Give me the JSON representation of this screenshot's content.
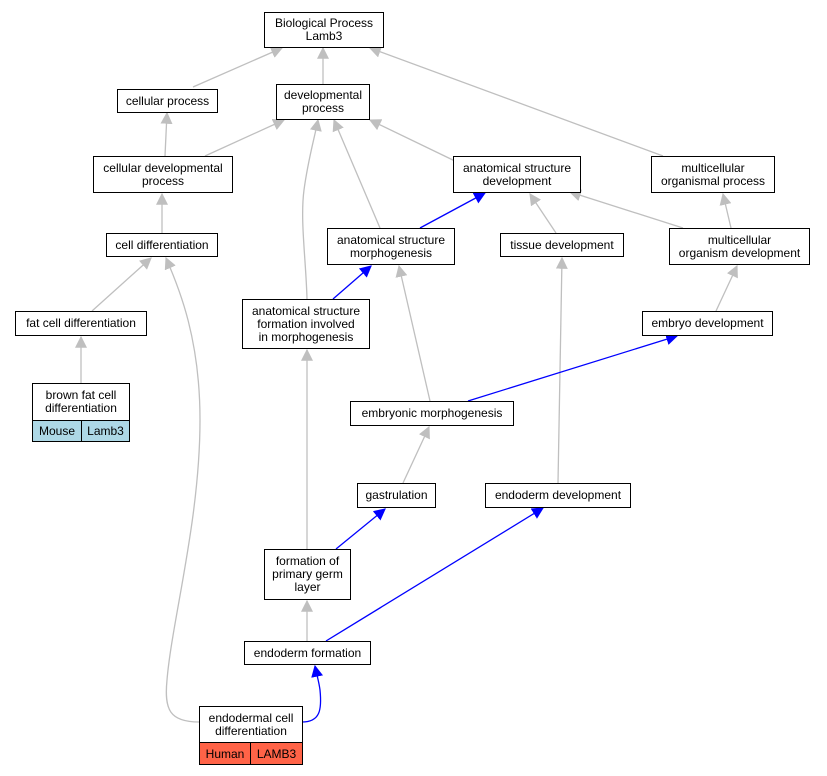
{
  "colors": {
    "gray_edge": "#bfbfbf",
    "blue_edge": "#0000ff",
    "mouse_tag": "#add8e6",
    "human_tag": "#ff6347"
  },
  "nodes": {
    "bp_root": "Biological Process\nLamb3",
    "cellular_process": "cellular process",
    "developmental_process": "developmental\nprocess",
    "cellular_developmental_process": "cellular developmental\nprocess",
    "anatomical_structure_development": "anatomical structure\ndevelopment",
    "multicellular_organismal_process": "multicellular\norganismal process",
    "cell_differentiation": "cell differentiation",
    "anatomical_structure_morphogenesis": "anatomical structure\nmorphogenesis",
    "tissue_development": "tissue development",
    "multicellular_organism_development": "multicellular\norganism development",
    "fat_cell_differentiation": "fat cell differentiation",
    "anatomical_structure_formation": "anatomical structure\nformation involved\nin morphogenesis",
    "embryo_development": "embryo development",
    "brown_fat_cell_differentiation": "brown fat cell\ndifferentiation",
    "embryonic_morphogenesis": "embryonic morphogenesis",
    "gastrulation": "gastrulation",
    "endoderm_development": "endoderm development",
    "formation_primary_germ_layer": "formation of\nprimary germ\nlayer",
    "endoderm_formation": "endoderm formation",
    "endodermal_cell_differentiation": "endodermal cell\ndifferentiation"
  },
  "tags": {
    "mouse_species": "Mouse",
    "mouse_gene": "Lamb3",
    "human_species": "Human",
    "human_gene": "LAMB3"
  }
}
